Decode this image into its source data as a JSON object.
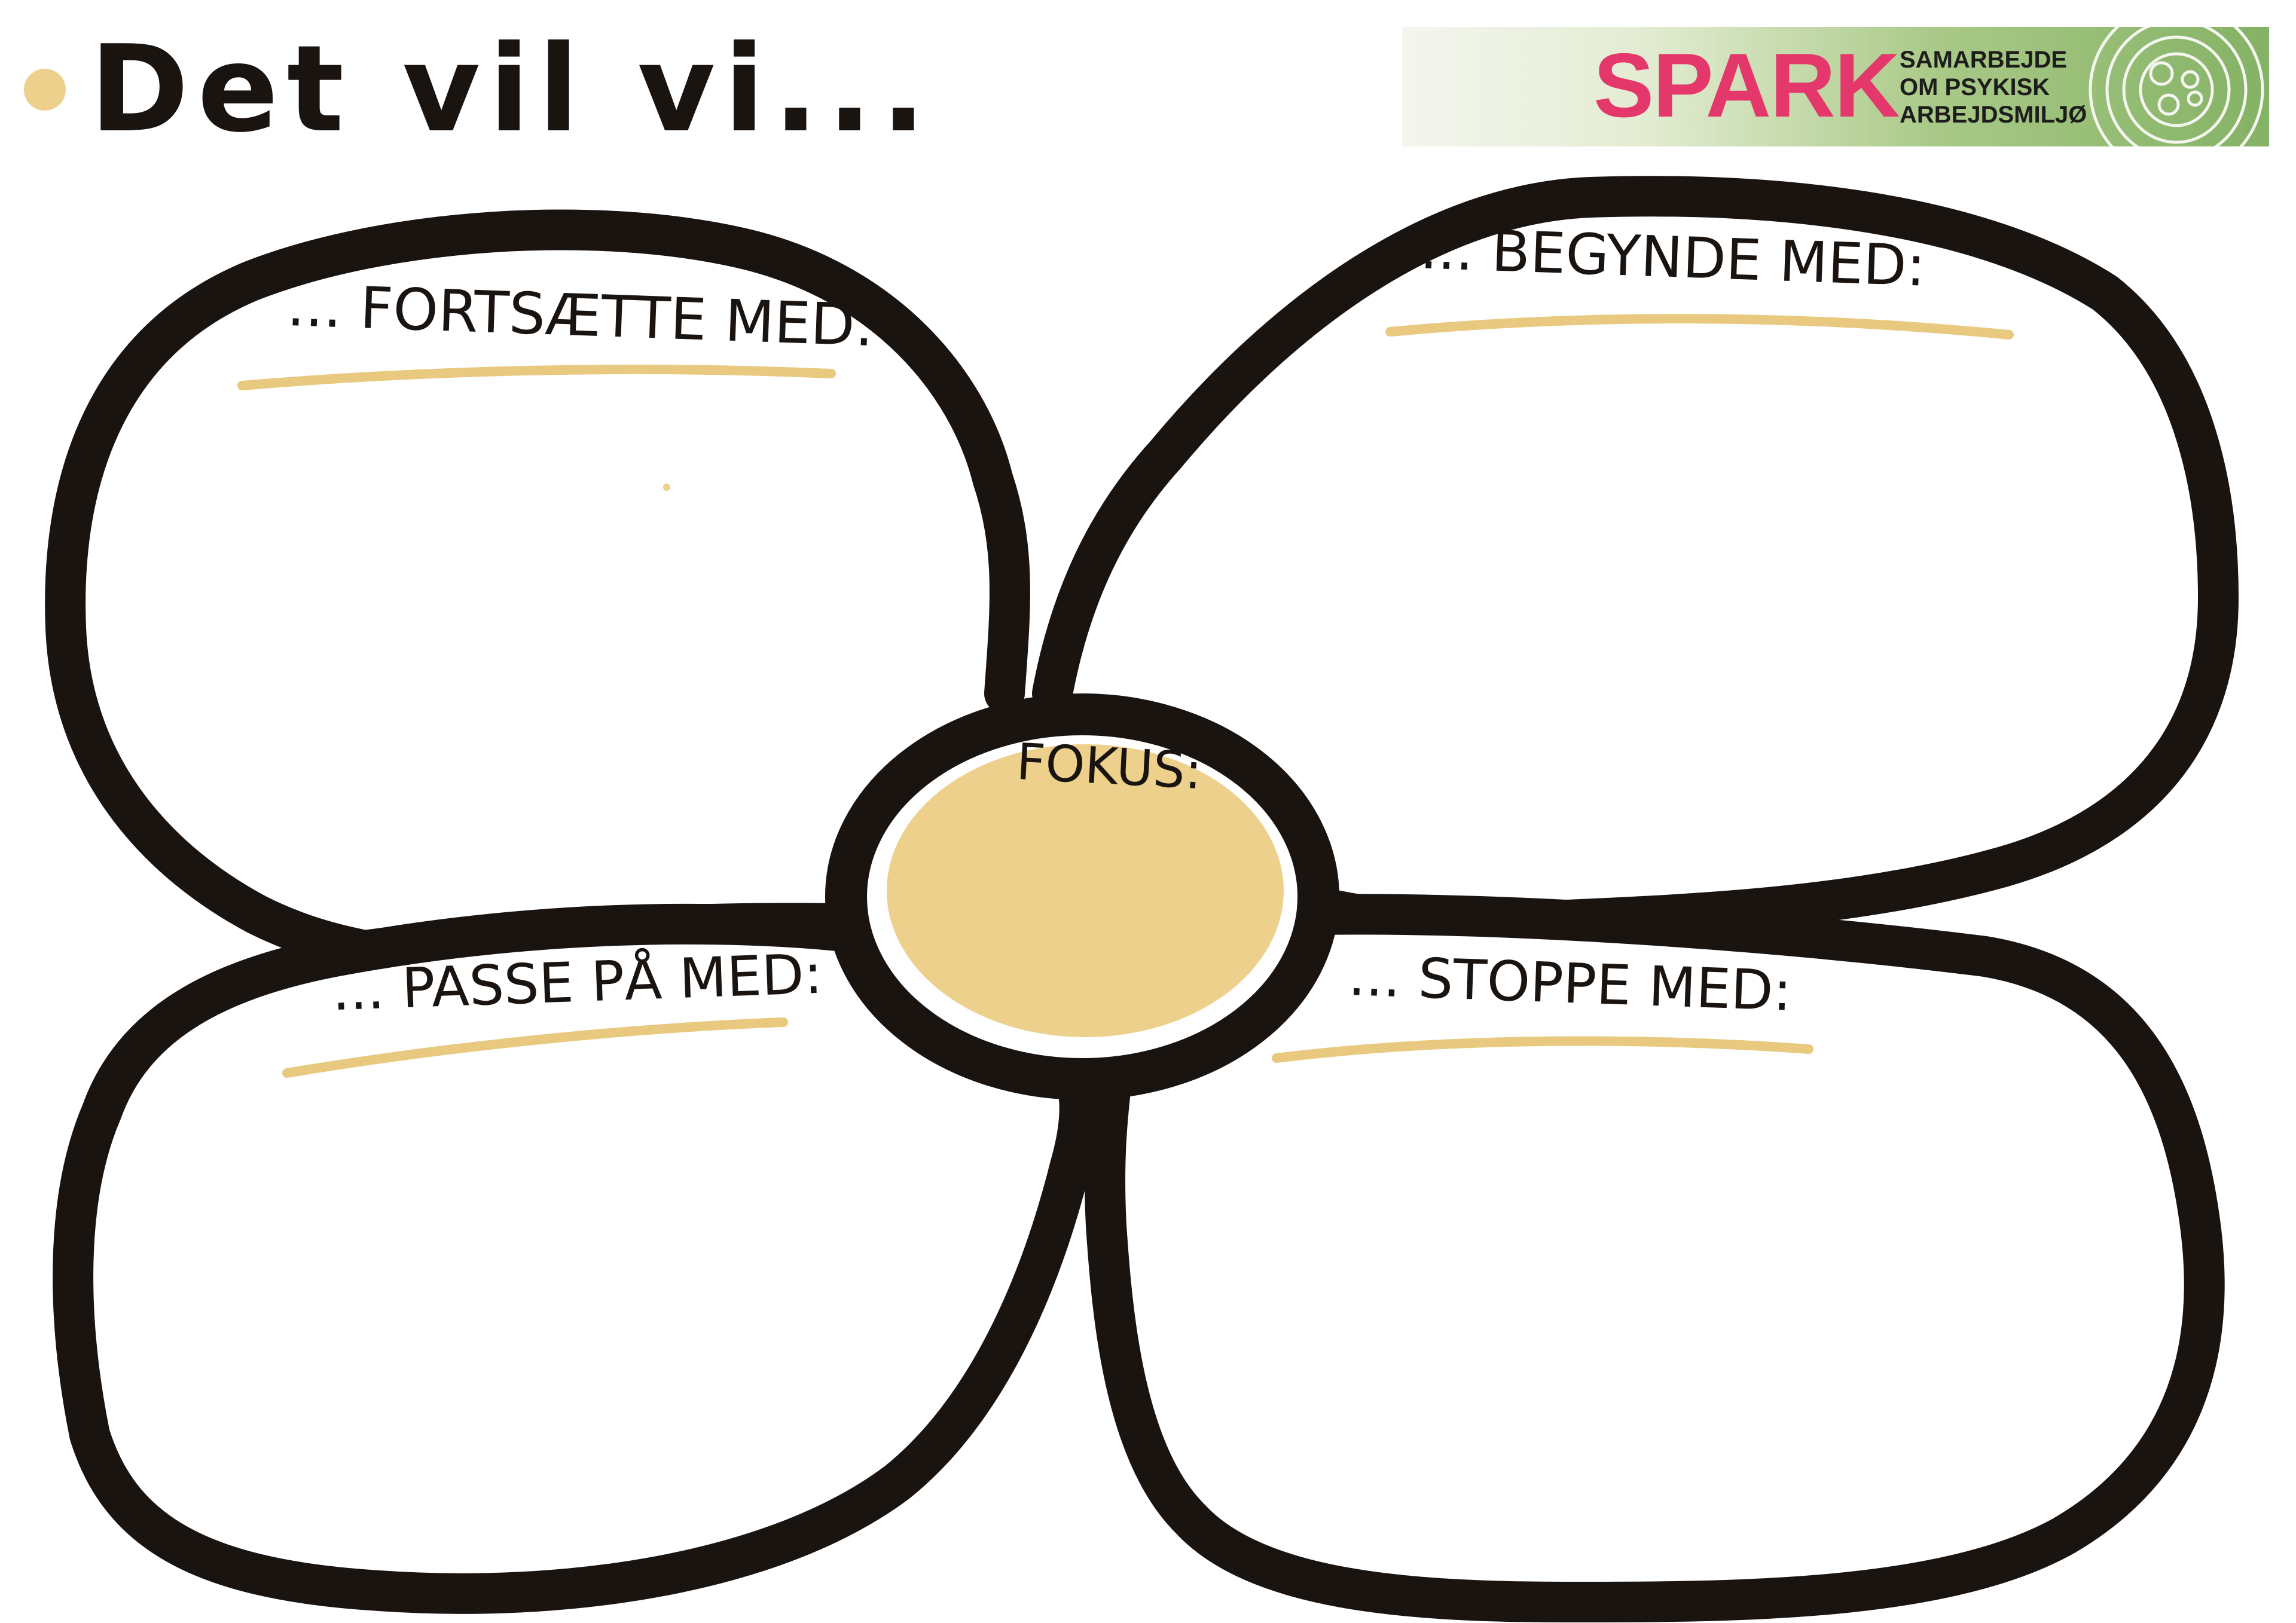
{
  "title": "Det vil vi...",
  "logo": {
    "name": "SPARK",
    "tagline": [
      "SAMARBEJDE",
      "OM PSYKISK",
      "ARBEJDSMILJØ"
    ]
  },
  "petals": {
    "fortsaette": "... FORTSÆTTE MED:",
    "begynde": "... BEGYNDE MED:",
    "passe": "... PASSE PÅ MED:",
    "stoppe": "... STOPPE MED:"
  },
  "center": {
    "label": "FOKUS:"
  },
  "colors": {
    "ink": "#1a1411",
    "accent": "#ecd08c",
    "underline": "#e8c97f",
    "brand": "#e4386c",
    "logo_green": "#84b265"
  }
}
